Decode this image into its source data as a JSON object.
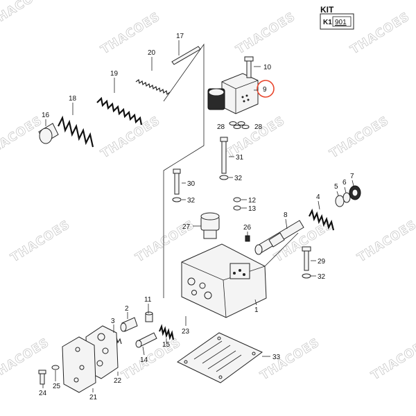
{
  "kit": {
    "title": "KIT",
    "key": "K1",
    "value": "901"
  },
  "watermark": "THACOES",
  "highlight_color": "#e8452c",
  "callouts": [
    {
      "id": "1",
      "text": "1"
    },
    {
      "id": "2",
      "text": "2"
    },
    {
      "id": "3",
      "text": "3"
    },
    {
      "id": "4",
      "text": "4"
    },
    {
      "id": "5",
      "text": "5"
    },
    {
      "id": "6",
      "text": "6"
    },
    {
      "id": "7",
      "text": "7"
    },
    {
      "id": "8",
      "text": "8"
    },
    {
      "id": "9",
      "text": "9"
    },
    {
      "id": "10",
      "text": "10"
    },
    {
      "id": "11",
      "text": "11"
    },
    {
      "id": "12",
      "text": "12"
    },
    {
      "id": "13",
      "text": "13"
    },
    {
      "id": "14",
      "text": "14"
    },
    {
      "id": "15",
      "text": "15"
    },
    {
      "id": "16",
      "text": "16"
    },
    {
      "id": "17",
      "text": "17"
    },
    {
      "id": "18",
      "text": "18"
    },
    {
      "id": "19",
      "text": "19"
    },
    {
      "id": "20",
      "text": "20"
    },
    {
      "id": "21",
      "text": "21"
    },
    {
      "id": "22",
      "text": "22"
    },
    {
      "id": "23",
      "text": "23"
    },
    {
      "id": "24",
      "text": "24"
    },
    {
      "id": "25",
      "text": "25"
    },
    {
      "id": "26",
      "text": "26"
    },
    {
      "id": "27",
      "text": "27"
    },
    {
      "id": "28a",
      "text": "28"
    },
    {
      "id": "28b",
      "text": "28"
    },
    {
      "id": "29",
      "text": "29"
    },
    {
      "id": "30",
      "text": "30"
    },
    {
      "id": "31",
      "text": "31"
    },
    {
      "id": "32a",
      "text": "32"
    },
    {
      "id": "32b",
      "text": "32"
    },
    {
      "id": "32c",
      "text": "32"
    },
    {
      "id": "33",
      "text": "33"
    }
  ]
}
